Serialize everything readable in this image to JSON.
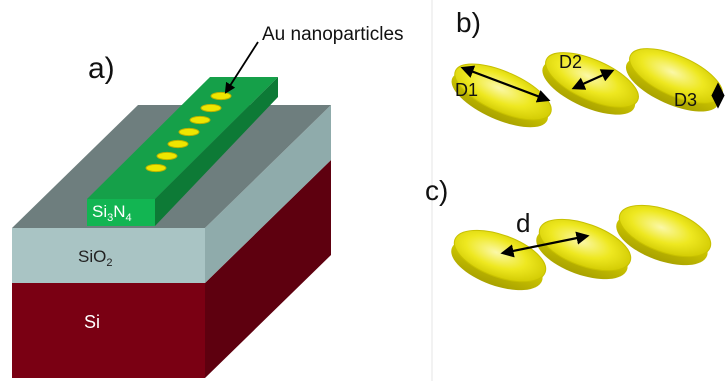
{
  "panels": {
    "a": "a)",
    "b": "b)",
    "c": "c)"
  },
  "layers": {
    "waveguide_main": "Si",
    "waveguide_sub1": "3",
    "waveguide_mid": "N",
    "waveguide_sub2": "4",
    "oxide_main": "SiO",
    "oxide_sub": "2",
    "substrate": "Si"
  },
  "annotations": {
    "nanoparticles": "Au nanoparticles",
    "d1": "D1",
    "d2": "D2",
    "d3": "D3",
    "gap": "d"
  },
  "colors": {
    "si_front": "#7a0013",
    "si_side": "#5a000e",
    "sio2_front": "#a9c4c4",
    "sio2_side": "#8aa5a5",
    "sio2_top": "#6e7e7e",
    "sin_top": "#17a24a",
    "sin_front": "#12b050",
    "sin_side": "#0d7d38",
    "gold": "#e8e000",
    "gold_edge": "#b8b000"
  }
}
